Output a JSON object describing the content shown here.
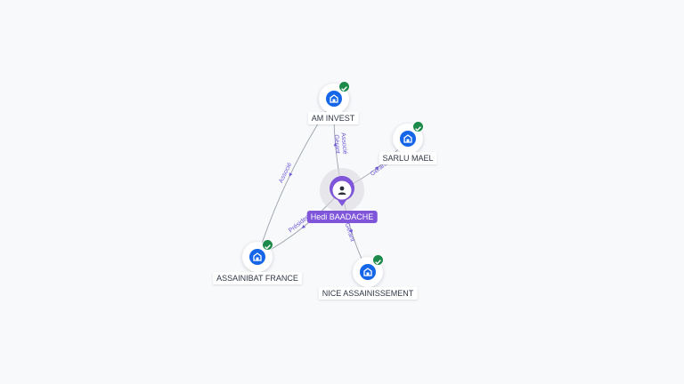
{
  "person": {
    "name": "Hedi BAADACHE",
    "icon": "person-icon"
  },
  "companies": [
    {
      "id": "am-invest",
      "label": "AM INVEST"
    },
    {
      "id": "sarlu-mael",
      "label": "SARLU MAEL"
    },
    {
      "id": "assainibat-france",
      "label": "ASSAINIBAT FRANCE"
    },
    {
      "id": "nice-assainissement",
      "label": "NICE ASSAINISSEMENT"
    }
  ],
  "edges": [
    {
      "from": "person",
      "to": "am-invest",
      "labels": [
        "Gérant",
        "Associé"
      ]
    },
    {
      "from": "person",
      "to": "sarlu-mael",
      "labels": [
        "Gérant"
      ]
    },
    {
      "from": "person",
      "to": "assainibat-france",
      "labels": [
        "Président"
      ]
    },
    {
      "from": "person",
      "to": "nice-assainissement",
      "labels": [
        "Gérant"
      ]
    },
    {
      "from": "am-invest",
      "to": "assainibat-france",
      "labels": [
        "Associé"
      ]
    }
  ],
  "colors": {
    "person_accent": "#7f56d9",
    "company_icon": "#1565e8",
    "verified_badge": "#1b8a4a",
    "edge_line": "#9aa0aa",
    "edge_text": "#6d59d6"
  }
}
